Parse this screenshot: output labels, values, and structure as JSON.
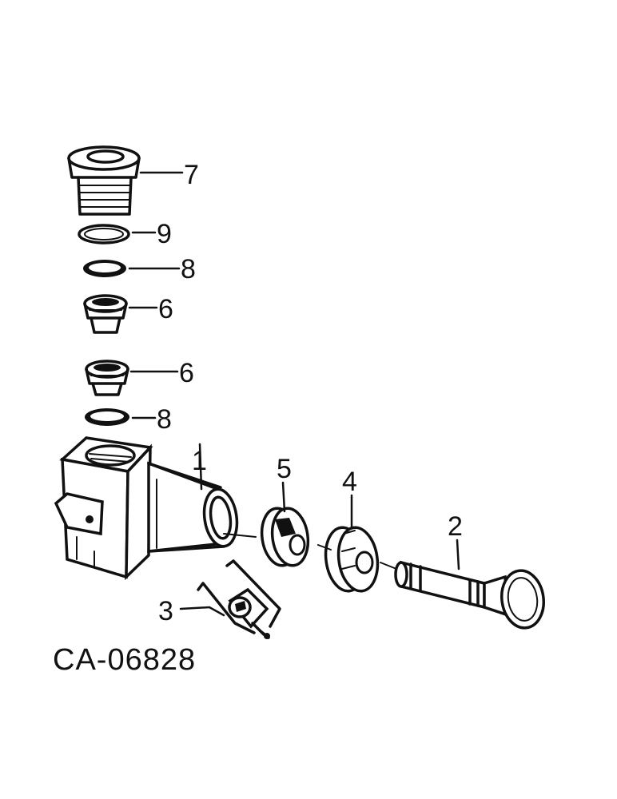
{
  "diagram": {
    "figure_id": "CA-06828",
    "callouts": [
      {
        "key": "part-7",
        "label": "7"
      },
      {
        "key": "part-9",
        "label": "9"
      },
      {
        "key": "part-8-upper",
        "label": "8"
      },
      {
        "key": "part-6-upper",
        "label": "6"
      },
      {
        "key": "part-6-lower",
        "label": "6"
      },
      {
        "key": "part-8-lower",
        "label": "8"
      },
      {
        "key": "part-1",
        "label": "1"
      },
      {
        "key": "part-5",
        "label": "5"
      },
      {
        "key": "part-4",
        "label": "4"
      },
      {
        "key": "part-2",
        "label": "2"
      },
      {
        "key": "part-3",
        "label": "3"
      }
    ]
  }
}
